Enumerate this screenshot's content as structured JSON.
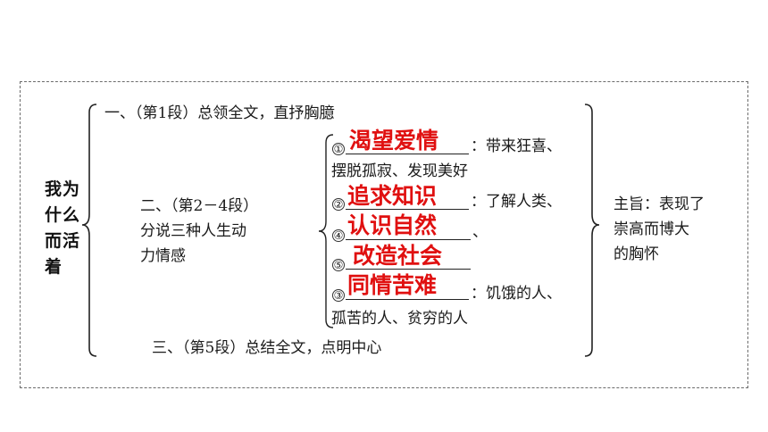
{
  "root": {
    "title": "我为什么而活着"
  },
  "sections": {
    "one": "一、（第1段）总领全文，直抒胸臆",
    "two_line1": "二、（第2－4段）",
    "two_line2": "分说三种人生动",
    "two_line3": "力情感",
    "three": "三、（第5段）总结全文，点明中心"
  },
  "emotions": [
    {
      "marker": "①",
      "answer": "渴望爱情",
      "suffix": "：带来狂喜、",
      "continuation": "摆脱孤寂、发现美好"
    },
    {
      "marker": "②",
      "answer": "追求知识",
      "suffix": "：了解人类、",
      "continuation": ""
    },
    {
      "marker": "④",
      "answer": "认识自然",
      "suffix": "、",
      "continuation": ""
    },
    {
      "marker": "⑤",
      "answer": "改造社会",
      "suffix": "",
      "continuation": ""
    },
    {
      "marker": "③",
      "answer": "同情苦难",
      "suffix": "：饥饿的人、",
      "continuation": "孤苦的人、贫穷的人"
    }
  ],
  "theme": {
    "line1": "主旨：表现了",
    "line2": "崇高而博大",
    "line3": "的胸怀"
  },
  "colors": {
    "answer": "#e01010",
    "text": "#1a1a1a",
    "frame": "#6b6b6b"
  }
}
